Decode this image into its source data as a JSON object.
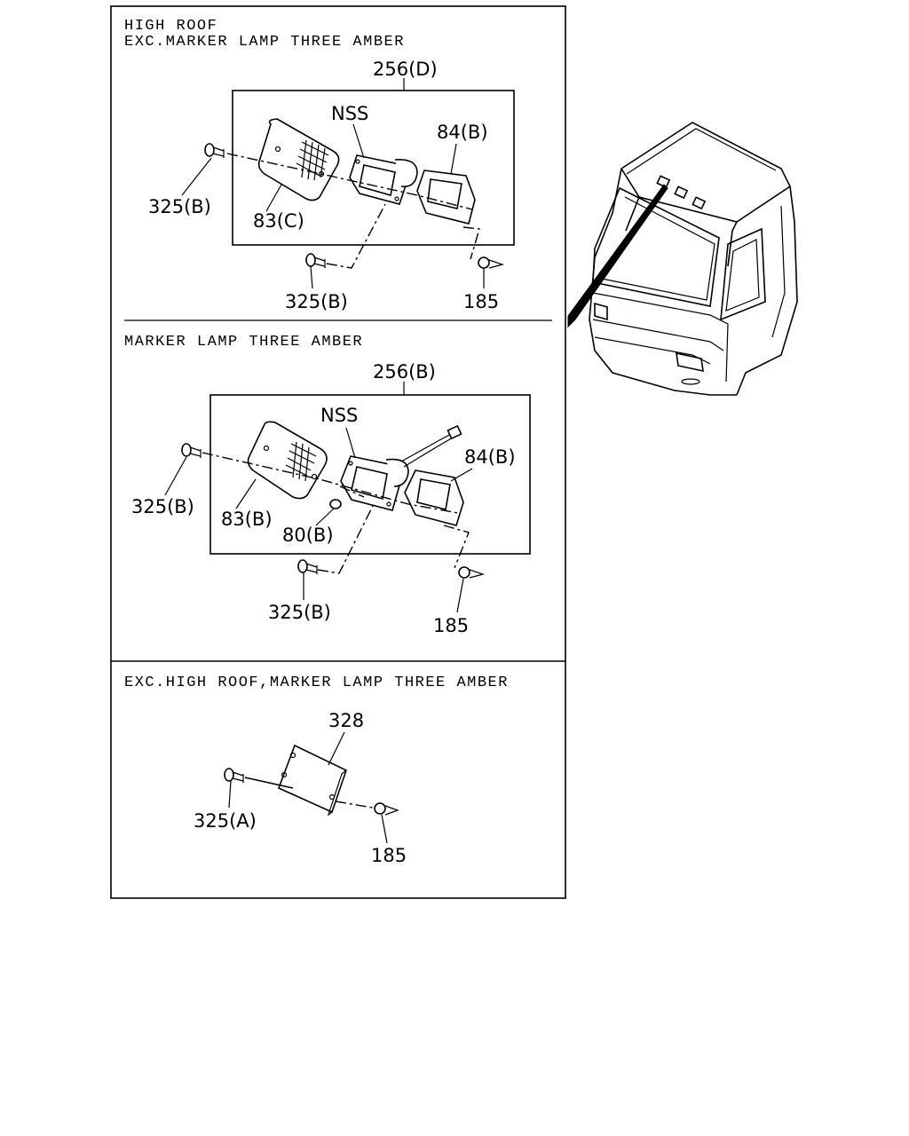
{
  "sections": [
    {
      "header_lines": [
        "HIGH ROOF",
        "EXC.MARKER LAMP THREE AMBER"
      ],
      "labels": {
        "assembly": "256(D)",
        "nss": "NSS",
        "bracket": "84(B)",
        "screw_left": "325(B)",
        "lens": "83(C)",
        "screw_bottom": "325(B)",
        "clip": "185"
      }
    },
    {
      "header_lines": [
        "MARKER LAMP THREE AMBER"
      ],
      "labels": {
        "assembly": "256(B)",
        "nss": "NSS",
        "bracket": "84(B)",
        "screw_left": "325(B)",
        "lens": "83(B)",
        "bulb": "80(B)",
        "screw_bottom": "325(B)",
        "clip": "185"
      }
    },
    {
      "header_lines": [
        "EXC.HIGH ROOF,MARKER LAMP THREE AMBER"
      ],
      "labels": {
        "plate": "328",
        "screw": "325(A)",
        "clip": "185"
      }
    }
  ]
}
